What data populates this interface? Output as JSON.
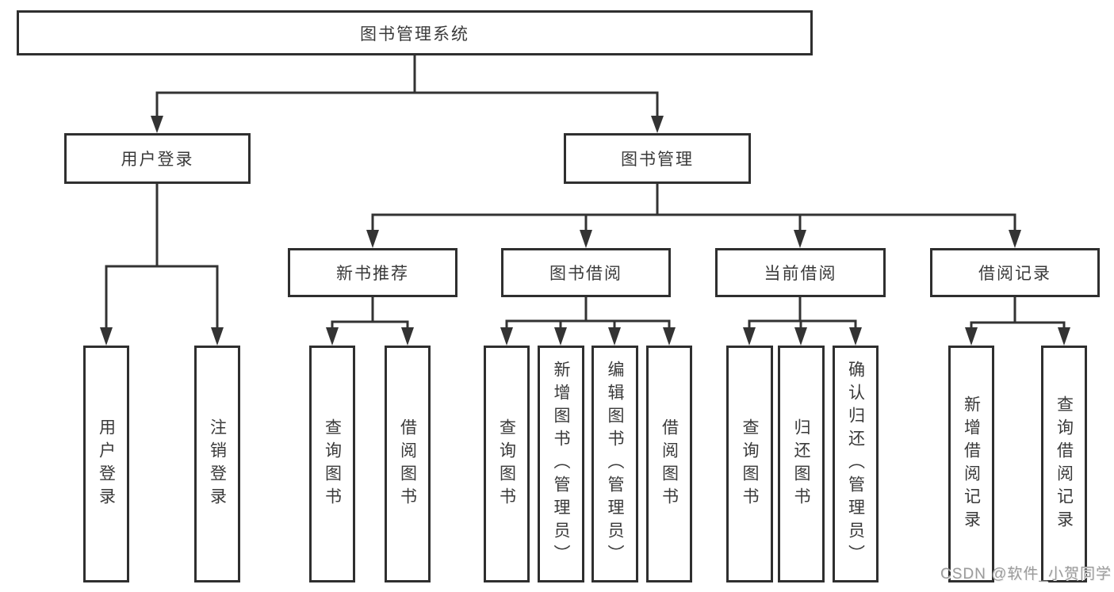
{
  "diagram": {
    "root": {
      "label": "图书管理系统"
    },
    "level2": {
      "user_login": {
        "label": "用户登录",
        "children": {
          "login": {
            "label": "用户登录"
          },
          "logout": {
            "label": "注销登录"
          }
        }
      },
      "book_management": {
        "label": "图书管理",
        "children": {
          "new_book_recommend": {
            "label": "新书推荐",
            "children": {
              "query_books": {
                "label": "查询图书"
              },
              "borrow_books": {
                "label": "借阅图书"
              }
            }
          },
          "book_borrowing": {
            "label": "图书借阅",
            "children": {
              "query_books": {
                "label": "查询图书"
              },
              "add_books_admin": {
                "label": "新增图书（管理员）"
              },
              "edit_books_admin": {
                "label": "编辑图书（管理员）"
              },
              "borrow_books": {
                "label": "借阅图书"
              }
            }
          },
          "current_borrowing": {
            "label": "当前借阅",
            "children": {
              "query_books": {
                "label": "查询图书"
              },
              "return_books": {
                "label": "归还图书"
              },
              "confirm_return_admin": {
                "label": "确认归还（管理员）"
              }
            }
          },
          "borrowing_records": {
            "label": "借阅记录",
            "children": {
              "add_record": {
                "label": "新增借阅记录"
              },
              "query_record": {
                "label": "查询借阅记录"
              }
            }
          }
        }
      }
    },
    "watermark": "CSDN @软件_小贺同学",
    "colors": {
      "line": "#333333",
      "box_border": "#2f2f2f",
      "box_fill": "#ffffff",
      "text": "#3a3a3a",
      "watermark_text": "#9b9b9b",
      "background": "#ffffff"
    }
  }
}
